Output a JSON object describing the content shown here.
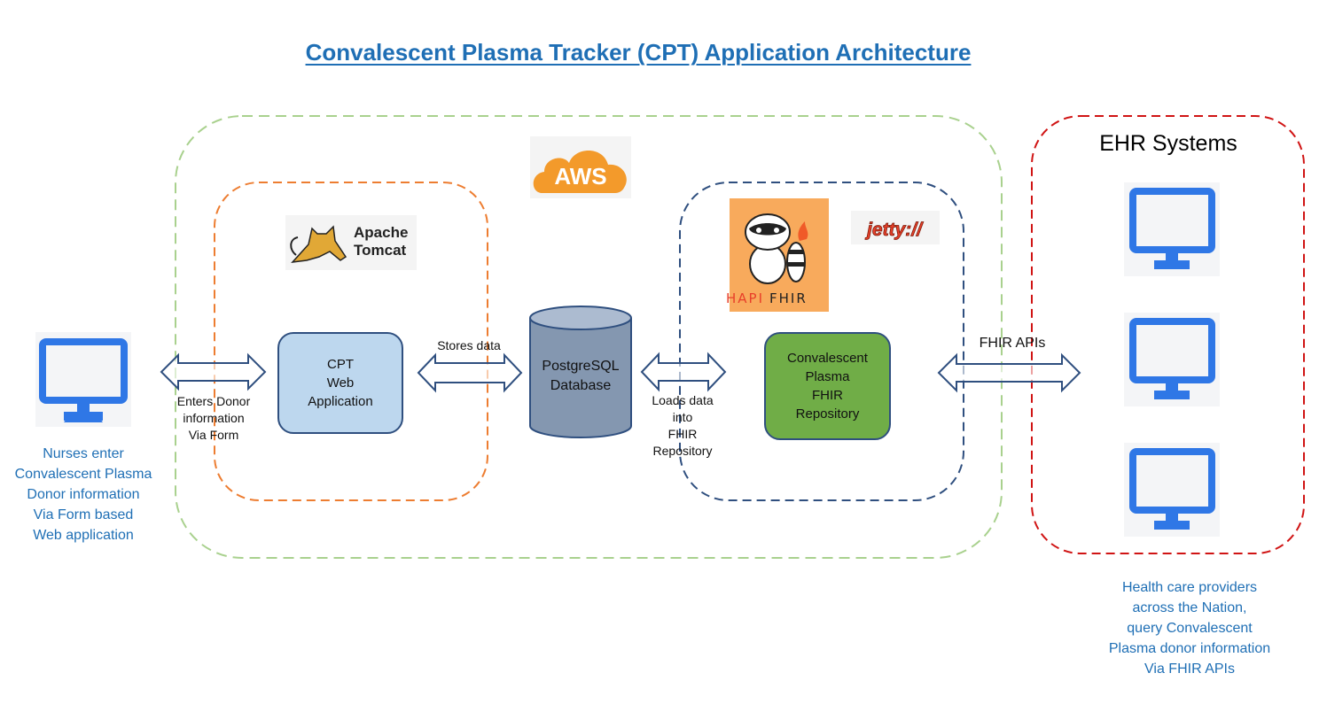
{
  "title": "Convalescent Plasma Tracker (CPT) Application Architecture",
  "colors": {
    "title": "#1f6fb5",
    "aws_boundary": "#a9d18e",
    "tomcat_boundary": "#ed7d31",
    "jetty_boundary": "#2f4f7f",
    "ehr_boundary": "#d01414",
    "monitor": "#2f77e6",
    "cpt_node": "#bdd7ee",
    "fhir_node": "#70ad47",
    "db_body": "#8497b0",
    "db_top": "#acbbd0",
    "arrow_stroke": "#2f4f7f",
    "aws_orange": "#f39a2b"
  },
  "left_client": {
    "icon": "monitor-icon",
    "caption": "Nurses enter\nConvalescent Plasma\nDonor information\nVia Form based\nWeb application"
  },
  "connections": {
    "client_to_cpt": "Enters Donor\ninformation\nVia Form",
    "cpt_to_db": "Stores data",
    "db_to_fhir": "Loads data\ninto\nFHIR\nRepository",
    "fhir_to_ehr": "FHIR APIs"
  },
  "logos": {
    "aws": "AWS",
    "tomcat_line1": "Apache",
    "tomcat_line2": "Tomcat",
    "hapi_part1": "HAPI",
    "hapi_part2": "FHIR",
    "jetty": "jetty://"
  },
  "nodes": {
    "cpt_web_app": "CPT\nWeb\nApplication",
    "database": "PostgreSQL\nDatabase",
    "fhir_repo": "Convalescent\nPlasma\nFHIR\nRepository"
  },
  "ehr": {
    "title": "EHR Systems",
    "monitors": [
      "monitor-icon",
      "monitor-icon",
      "monitor-icon"
    ],
    "caption": "Health care providers\nacross the Nation,\nquery Convalescent\nPlasma donor information\nVia FHIR APIs"
  }
}
